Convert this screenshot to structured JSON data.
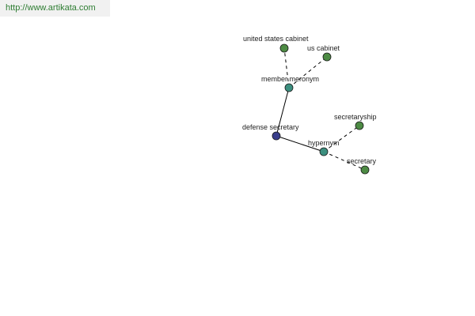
{
  "source": {
    "url": "http://www.artikata.com"
  },
  "colors": {
    "root": "#3a3f8c",
    "relation": "#3c8f7f",
    "leaf": "#4d8b44",
    "edge": "#000000",
    "url": "#2e7d32"
  },
  "graph": {
    "nodes": [
      {
        "id": "defense-secretary",
        "label": "defense secretary",
        "kind": "root"
      },
      {
        "id": "member-meronym",
        "label": "member meronym",
        "kind": "relation"
      },
      {
        "id": "hypernym",
        "label": "hypernym",
        "kind": "relation"
      },
      {
        "id": "united-states-cabinet",
        "label": "united states cabinet",
        "kind": "leaf"
      },
      {
        "id": "us-cabinet",
        "label": "us cabinet",
        "kind": "leaf"
      },
      {
        "id": "secretaryship",
        "label": "secretaryship",
        "kind": "leaf"
      },
      {
        "id": "secretary",
        "label": "secretary",
        "kind": "leaf"
      }
    ],
    "edges": [
      {
        "from": "defense-secretary",
        "to": "member-meronym",
        "style": "solid"
      },
      {
        "from": "defense-secretary",
        "to": "hypernym",
        "style": "solid"
      },
      {
        "from": "member-meronym",
        "to": "united-states-cabinet",
        "style": "dashed"
      },
      {
        "from": "member-meronym",
        "to": "us-cabinet",
        "style": "dashed"
      },
      {
        "from": "hypernym",
        "to": "secretaryship",
        "style": "dashed"
      },
      {
        "from": "hypernym",
        "to": "secretary",
        "style": "dashed"
      }
    ]
  }
}
